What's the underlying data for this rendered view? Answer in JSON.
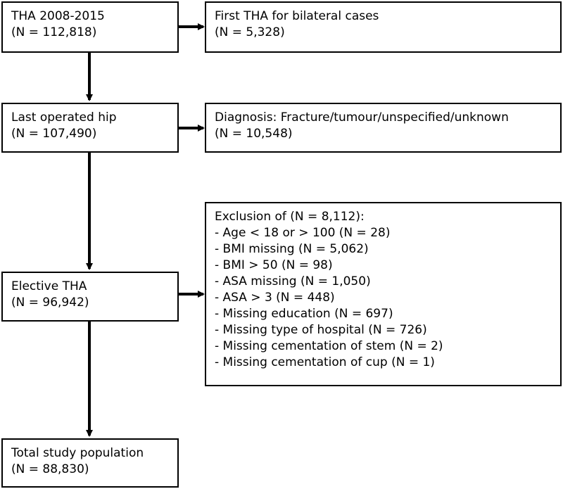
{
  "flowchart": {
    "main": [
      {
        "title": "THA 2008-2015",
        "count": "(N = 112,818)"
      },
      {
        "title": "Last operated hip",
        "count": "(N = 107,490)"
      },
      {
        "title": "Elective THA",
        "count": "(N = 96,942)"
      },
      {
        "title": "Total study population",
        "count": "(N = 88,830)"
      }
    ],
    "exclusions": [
      {
        "title": "First THA for bilateral cases",
        "count": "(N = 5,328)"
      },
      {
        "title": "Diagnosis: Fracture/tumour/unspecified/unknown",
        "count": "(N = 10,548)"
      },
      {
        "title": "Exclusion of (N = 8,112):",
        "items": [
          "- Age < 18 or > 100 (N = 28)",
          "- BMI missing (N = 5,062)",
          "- BMI > 50 (N = 98)",
          "- ASA missing (N = 1,050)",
          "- ASA > 3 (N = 448)",
          "- Missing education (N = 697)",
          "- Missing type of hospital (N = 726)",
          "- Missing cementation of stem (N = 2)",
          "- Missing cementation of cup (N = 1)"
        ]
      }
    ]
  }
}
